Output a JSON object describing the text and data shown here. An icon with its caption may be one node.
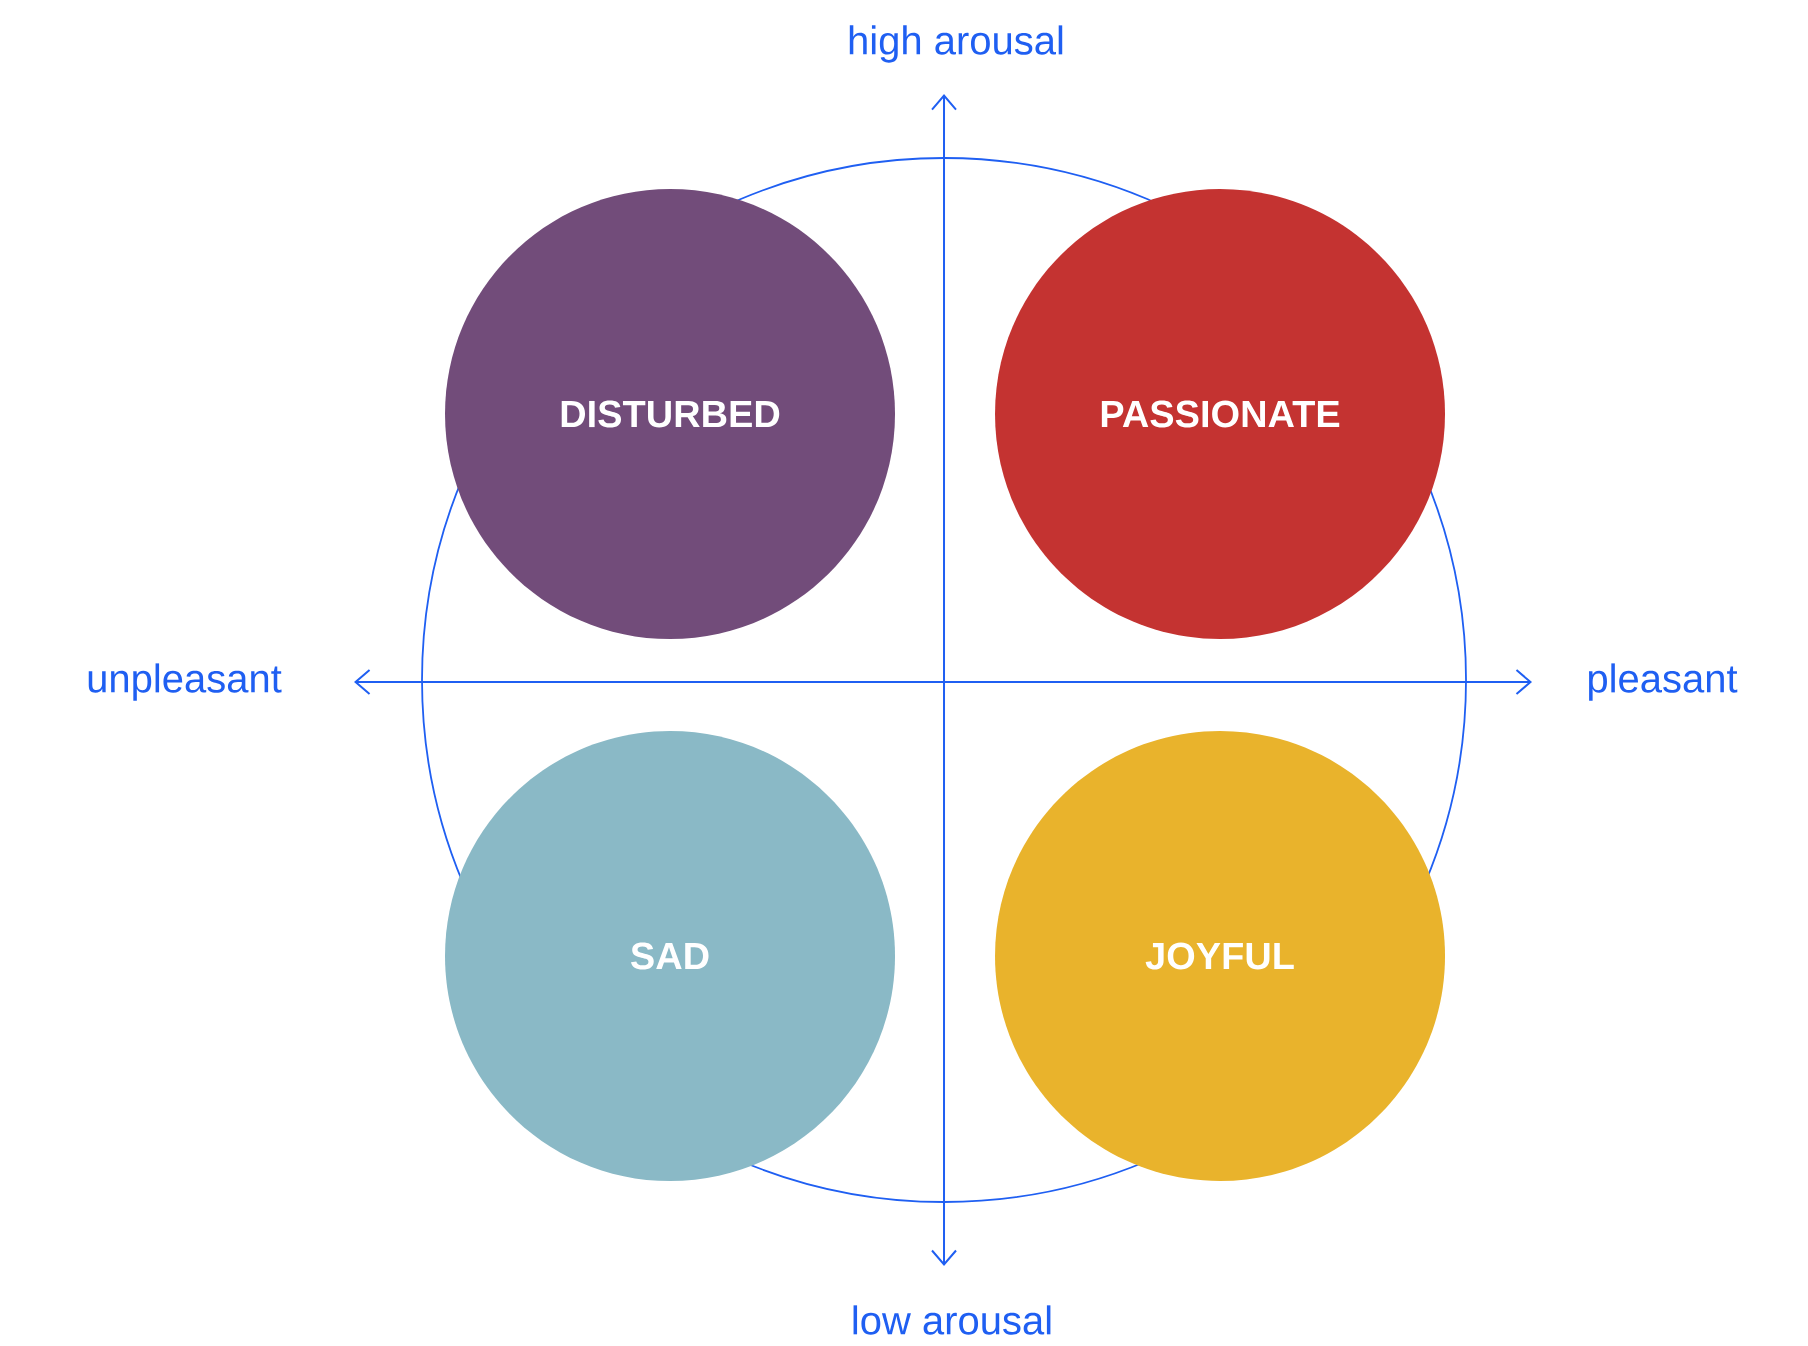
{
  "diagram": {
    "nodes": [
      {
        "text": [
          "DISTURBED"
        ]
      },
      {
        "text": [
          "PASSIONATE"
        ]
      },
      {
        "text": [
          "SAD"
        ]
      },
      {
        "text": [
          "JOYFUL"
        ]
      }
    ],
    "labels": [
      "high arousal",
      "unpleasant",
      "pleasant",
      "low arousal"
    ]
  }
}
